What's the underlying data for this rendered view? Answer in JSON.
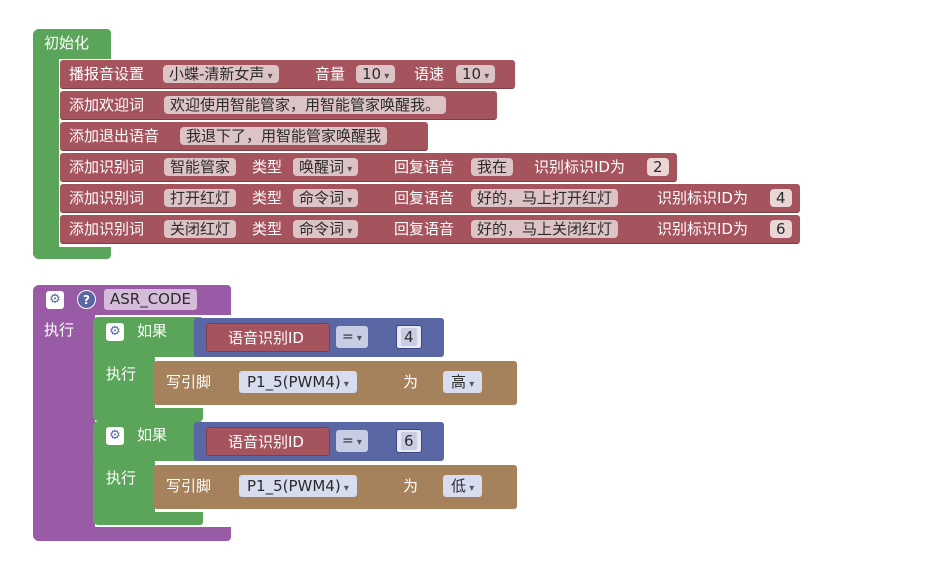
{
  "init": {
    "title": "初始化",
    "blocks": [
      {
        "type": "set_voice",
        "label": "播报音设置",
        "voice": "小蝶-清新女声",
        "volume_label": "音量",
        "volume": "10",
        "speed_label": "语速",
        "speed": "10"
      },
      {
        "type": "welcome",
        "label": "添加欢迎词",
        "text": "欢迎使用智能管家，用智能管家唤醒我。"
      },
      {
        "type": "exit",
        "label": "添加退出语音",
        "text": "我退下了，用智能管家唤醒我"
      },
      {
        "type": "word",
        "label": "添加识别词",
        "word": "智能管家",
        "type_label": "类型",
        "kind": "唤醒词",
        "reply_label": "回复语音",
        "reply": "我在",
        "id_label": "识别标识ID为",
        "id": "2"
      },
      {
        "type": "word",
        "label": "添加识别词",
        "word": "打开红灯",
        "type_label": "类型",
        "kind": "命令词",
        "reply_label": "回复语音",
        "reply": "好的，马上打开红灯",
        "id_label": "识别标识ID为",
        "id": "4"
      },
      {
        "type": "word",
        "label": "添加识别词",
        "word": "关闭红灯",
        "type_label": "类型",
        "kind": "命令词",
        "reply_label": "回复语音",
        "reply": "好的，马上关闭红灯",
        "id_label": "识别标识ID为",
        "id": "6"
      }
    ]
  },
  "func": {
    "name": "ASR_CODE",
    "help": "?",
    "exec_label": "执行",
    "ifs": [
      {
        "if_label": "如果",
        "exec_label": "执行",
        "var": "语音识别ID",
        "op": "=",
        "value": "4",
        "write_label": "写引脚",
        "pin": "P1_5(PWM4)",
        "as_label": "为",
        "level": "高"
      },
      {
        "if_label": "如果",
        "exec_label": "执行",
        "var": "语音识别ID",
        "op": "=",
        "value": "6",
        "write_label": "写引脚",
        "pin": "P1_5(PWM4)",
        "as_label": "为",
        "level": "低"
      }
    ]
  },
  "colors": {
    "init": "#5ba55b",
    "speech": "#a5545d",
    "function": "#995ba5",
    "logic": "#5ba55b",
    "compare": "#5b67a5",
    "io": "#a5825b"
  },
  "icons": [
    "gear-icon",
    "help-icon",
    "dropdown-arrow-icon"
  ]
}
